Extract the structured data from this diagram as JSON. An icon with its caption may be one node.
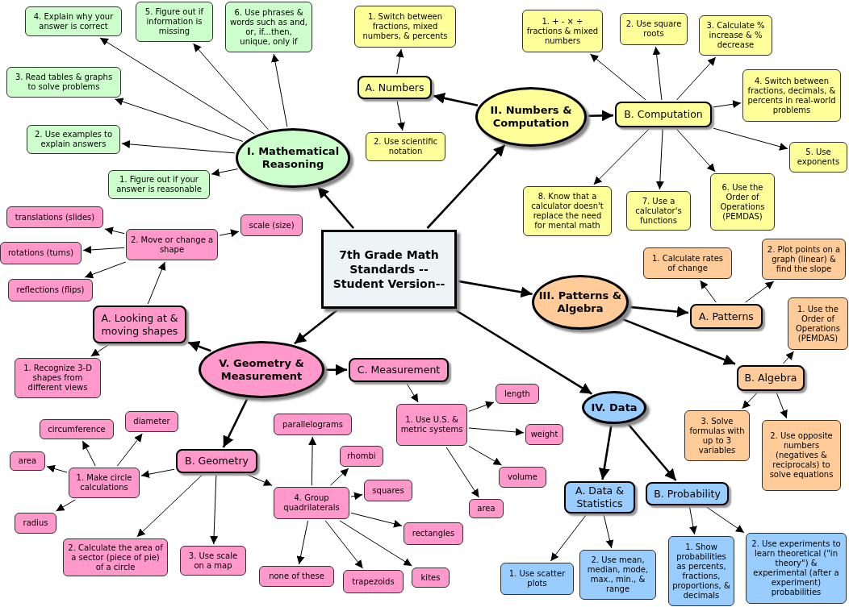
{
  "diagram": {
    "nodes": [
      {
        "text": [
          "7th Grade Math Standards --Student Version--"
        ]
      },
      {
        "text": [
          "I. Mathematical Reasoning"
        ]
      },
      {
        "text": [
          "1. Figure out if your answer is reasonable"
        ]
      },
      {
        "text": [
          "2. Use examples to explain answers"
        ]
      },
      {
        "text": [
          "3. Read tables & graphs to solve problems"
        ]
      },
      {
        "text": [
          "4. Explain why your answer is correct"
        ]
      },
      {
        "text": [
          "5. Figure out if information is missing"
        ]
      },
      {
        "text": [
          "6. Use phrases & words such as and, or, if...then, unique, only if"
        ]
      },
      {
        "text": [
          "II. Numbers & Computation"
        ]
      },
      {
        "text": [
          "A. Numbers"
        ]
      },
      {
        "text": [
          "1. Switch between fractions, mixed numbers, & percents"
        ]
      },
      {
        "text": [
          "2. Use scientific notation"
        ]
      },
      {
        "text": [
          "B. Computation"
        ]
      },
      {
        "text": [
          "1. + - × ÷ fractions & mixed numbers"
        ]
      },
      {
        "text": [
          "2. Use square roots"
        ]
      },
      {
        "text": [
          "3. Calculate % increase & % decrease"
        ]
      },
      {
        "text": [
          "4. Switch between fractions, decimals, & percents in real-world problems"
        ]
      },
      {
        "text": [
          "5. Use exponents"
        ]
      },
      {
        "text": [
          "6. Use the Order of Operations (PEMDAS)"
        ]
      },
      {
        "text": [
          "7. Use a calculator's functions"
        ]
      },
      {
        "text": [
          "8. Know that a calculator doesn't replace the need for mental math"
        ]
      },
      {
        "text": [
          "III. Patterns & Algebra"
        ]
      },
      {
        "text": [
          "A. Patterns"
        ]
      },
      {
        "text": [
          "1. Calculate rates of change"
        ]
      },
      {
        "text": [
          "2. Plot points on a graph (linear) & find the slope"
        ]
      },
      {
        "text": [
          "B. Algebra"
        ]
      },
      {
        "text": [
          "1. Use the Order of Operations (PEMDAS)"
        ]
      },
      {
        "text": [
          "3. Solve formulas with up to 3 variables"
        ]
      },
      {
        "text": [
          "2. Use opposite numbers (negatives & reciprocals) to solve equations"
        ]
      },
      {
        "text": [
          "IV. Data"
        ]
      },
      {
        "text": [
          "A. Data & Statistics"
        ]
      },
      {
        "text": [
          "B. Probability"
        ]
      },
      {
        "text": [
          "1. Use scatter plots"
        ]
      },
      {
        "text": [
          "2. Use mean, median, mode, max., min., & range"
        ]
      },
      {
        "text": [
          "1. Show probabilities as percents, fractions, proportions, & decimals"
        ]
      },
      {
        "text": [
          "2. Use experiments to learn theoretical (\"in theory\") & experimental (after a experiment) probabilities"
        ]
      },
      {
        "text": [
          "V. Geometry & Measurement"
        ]
      },
      {
        "text": [
          "A. Looking at & moving shapes"
        ]
      },
      {
        "text": [
          "2. Move or change a shape"
        ]
      },
      {
        "text": [
          "translations (slides)"
        ]
      },
      {
        "text": [
          "rotations (turns)"
        ]
      },
      {
        "text": [
          "reflections (flips)"
        ]
      },
      {
        "text": [
          "scale (size)"
        ]
      },
      {
        "text": [
          "1. Recognize 3-D shapes from different views"
        ]
      },
      {
        "text": [
          "C. Measurement"
        ]
      },
      {
        "text": [
          "1. Use U.S. & metric systems"
        ]
      },
      {
        "text": [
          "length"
        ]
      },
      {
        "text": [
          "weight"
        ]
      },
      {
        "text": [
          "volume"
        ]
      },
      {
        "text": [
          "area"
        ]
      },
      {
        "text": [
          "B. Geometry"
        ]
      },
      {
        "text": [
          "1. Make circle calculations"
        ]
      },
      {
        "text": [
          "area"
        ]
      },
      {
        "text": [
          "circumference"
        ]
      },
      {
        "text": [
          "diameter"
        ]
      },
      {
        "text": [
          "radius"
        ]
      },
      {
        "text": [
          "2. Calculate the area of a sector (piece of pie) of a circle"
        ]
      },
      {
        "text": [
          "3. Use scale on a map"
        ]
      },
      {
        "text": [
          "4. Group quadrilaterals"
        ]
      },
      {
        "text": [
          "parallelograms"
        ]
      },
      {
        "text": [
          "rhombi"
        ]
      },
      {
        "text": [
          "squares"
        ]
      },
      {
        "text": [
          "rectangles"
        ]
      },
      {
        "text": [
          "none of these"
        ]
      },
      {
        "text": [
          "trapezoids"
        ]
      },
      {
        "text": [
          "kites"
        ]
      }
    ],
    "edges": [
      {
        "from": 0,
        "to": 1,
        "arrow": "to",
        "style": "thick"
      },
      {
        "from": 0,
        "to": 8,
        "arrow": "to",
        "style": "thick"
      },
      {
        "from": 0,
        "to": 21,
        "arrow": "to",
        "style": "thick"
      },
      {
        "from": 0,
        "to": 29,
        "arrow": "to",
        "style": "thick"
      },
      {
        "from": 0,
        "to": 36,
        "arrow": "to",
        "style": "thick"
      },
      {
        "from": 1,
        "to": 2,
        "arrow": "to"
      },
      {
        "from": 1,
        "to": 3,
        "arrow": "to"
      },
      {
        "from": 1,
        "to": 4,
        "arrow": "to"
      },
      {
        "from": 1,
        "to": 5,
        "arrow": "to"
      },
      {
        "from": 1,
        "to": 6,
        "arrow": "to"
      },
      {
        "from": 1,
        "to": 7,
        "arrow": "to"
      },
      {
        "from": 8,
        "to": 9,
        "arrow": "to",
        "style": "thick"
      },
      {
        "from": 8,
        "to": 12,
        "arrow": "to",
        "style": "thick"
      },
      {
        "from": 9,
        "to": 10,
        "arrow": "to"
      },
      {
        "from": 9,
        "to": 11,
        "arrow": "to"
      },
      {
        "from": 12,
        "to": 13,
        "arrow": "to"
      },
      {
        "from": 12,
        "to": 14,
        "arrow": "to"
      },
      {
        "from": 12,
        "to": 15,
        "arrow": "to"
      },
      {
        "from": 12,
        "to": 16,
        "arrow": "to"
      },
      {
        "from": 12,
        "to": 17,
        "arrow": "to"
      },
      {
        "from": 12,
        "to": 18,
        "arrow": "to"
      },
      {
        "from": 12,
        "to": 19,
        "arrow": "to"
      },
      {
        "from": 12,
        "to": 20,
        "arrow": "to"
      },
      {
        "from": 21,
        "to": 22,
        "arrow": "to",
        "style": "thick"
      },
      {
        "from": 21,
        "to": 25,
        "arrow": "to",
        "style": "thick"
      },
      {
        "from": 22,
        "to": 23,
        "arrow": "to"
      },
      {
        "from": 22,
        "to": 24,
        "arrow": "to"
      },
      {
        "from": 25,
        "to": 26,
        "arrow": "to"
      },
      {
        "from": 25,
        "to": 27,
        "arrow": "to"
      },
      {
        "from": 25,
        "to": 28,
        "arrow": "to"
      },
      {
        "from": 29,
        "to": 30,
        "arrow": "to",
        "style": "thick"
      },
      {
        "from": 29,
        "to": 31,
        "arrow": "to",
        "style": "thick"
      },
      {
        "from": 30,
        "to": 32,
        "arrow": "to"
      },
      {
        "from": 30,
        "to": 33,
        "arrow": "to"
      },
      {
        "from": 31,
        "to": 34,
        "arrow": "to"
      },
      {
        "from": 31,
        "to": 35,
        "arrow": "to"
      },
      {
        "from": 36,
        "to": 37,
        "arrow": "to",
        "style": "thick"
      },
      {
        "from": 36,
        "to": 44,
        "arrow": "to",
        "style": "thick"
      },
      {
        "from": 36,
        "to": 50,
        "arrow": "to",
        "style": "thick"
      },
      {
        "from": 37,
        "to": 38,
        "arrow": "to"
      },
      {
        "from": 37,
        "to": 43,
        "arrow": "to"
      },
      {
        "from": 38,
        "to": 39,
        "arrow": "to"
      },
      {
        "from": 38,
        "to": 40,
        "arrow": "to"
      },
      {
        "from": 38,
        "to": 41,
        "arrow": "to"
      },
      {
        "from": 38,
        "to": 42,
        "arrow": "to"
      },
      {
        "from": 44,
        "to": 45,
        "arrow": "to"
      },
      {
        "from": 45,
        "to": 46,
        "arrow": "to"
      },
      {
        "from": 45,
        "to": 47,
        "arrow": "to"
      },
      {
        "from": 45,
        "to": 48,
        "arrow": "to"
      },
      {
        "from": 45,
        "to": 49,
        "arrow": "to"
      },
      {
        "from": 50,
        "to": 51,
        "arrow": "to"
      },
      {
        "from": 50,
        "to": 56,
        "arrow": "to"
      },
      {
        "from": 50,
        "to": 57,
        "arrow": "to"
      },
      {
        "from": 50,
        "to": 58,
        "arrow": "to"
      },
      {
        "from": 51,
        "to": 52,
        "arrow": "to"
      },
      {
        "from": 51,
        "to": 53,
        "arrow": "to"
      },
      {
        "from": 51,
        "to": 54,
        "arrow": "to"
      },
      {
        "from": 51,
        "to": 55,
        "arrow": "to"
      },
      {
        "from": 58,
        "to": 59,
        "arrow": "to"
      },
      {
        "from": 58,
        "to": 60,
        "arrow": "to"
      },
      {
        "from": 58,
        "to": 61,
        "arrow": "to"
      },
      {
        "from": 58,
        "to": 62,
        "arrow": "to"
      },
      {
        "from": 58,
        "to": 63,
        "arrow": "to"
      },
      {
        "from": 58,
        "to": 64,
        "arrow": "to"
      },
      {
        "from": 58,
        "to": 65,
        "arrow": "to"
      }
    ]
  }
}
